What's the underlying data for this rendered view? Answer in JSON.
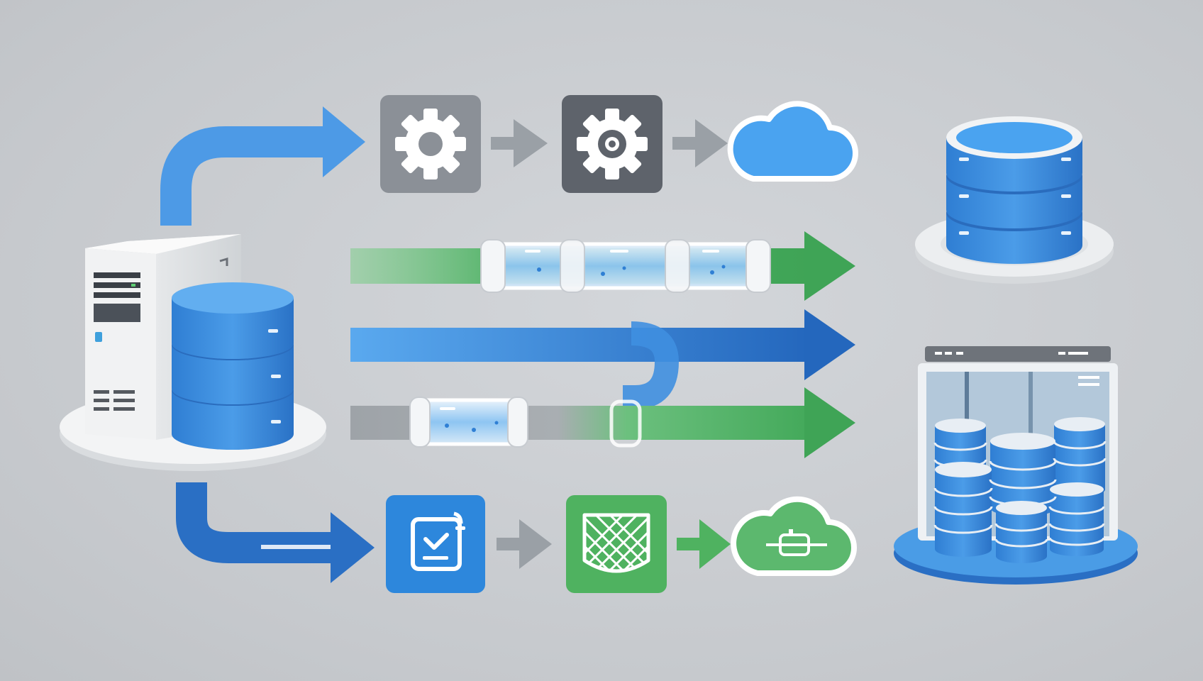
{
  "diagram": {
    "source": "source-server-with-database",
    "targets": [
      "database-stack",
      "data-warehouse-rack"
    ],
    "top_flow": [
      "gear-icon",
      "gear-icon",
      "cloud-icon"
    ],
    "middle_flows": [
      {
        "style": "pipe",
        "color": "green"
      },
      {
        "style": "stream",
        "color": "blue"
      },
      {
        "style": "pipe",
        "color": "green"
      }
    ],
    "bottom_flow": [
      "checklist-icon",
      "net-filter-icon",
      "cloud-icon"
    ]
  },
  "colors": {
    "background": "#c8cbcf",
    "primary_blue": "#3f8fe0",
    "dark_blue": "#2a6fc4",
    "green": "#4caf63",
    "gray_arrow": "#9aa0a6",
    "gear_tile_light": "#8a8f96",
    "gear_tile_dark": "#5d626a",
    "cloud_blue": "#4aa3f0",
    "cloud_green": "#5cb86e",
    "tile_blue": "#2d87dc",
    "tile_green": "#4fb260"
  }
}
